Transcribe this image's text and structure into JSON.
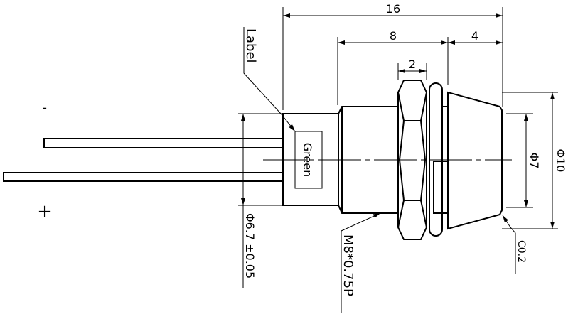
{
  "labels": {
    "dim_overall": "16",
    "dim_body": "8",
    "dim_head": "4",
    "dim_nut": "2",
    "dim_lens": "Φ7",
    "dim_head_dia": "Φ10",
    "dim_rear_dia": "Φ6.7 ±0.05",
    "thread": "M8*0.75P",
    "chamfer": "C0.2",
    "label_callout": "Label",
    "label_text": "Green",
    "negative": "-",
    "positive": "+"
  }
}
